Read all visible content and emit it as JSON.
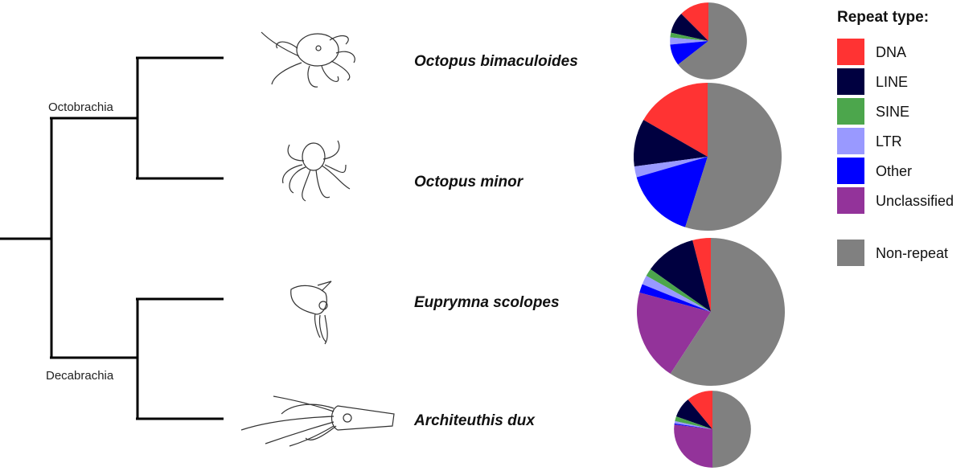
{
  "tree": {
    "clades": [
      "Octobrachia",
      "Decabrachia"
    ]
  },
  "legend": {
    "title": "Repeat type:",
    "items": [
      {
        "label": "DNA",
        "color": "#ff3333"
      },
      {
        "label": "LINE",
        "color": "#000040"
      },
      {
        "label": "SINE",
        "color": "#4ca64c"
      },
      {
        "label": "LTR",
        "color": "#9999ff"
      },
      {
        "label": "Other",
        "color": "#0000ff"
      },
      {
        "label": "Unclassified",
        "color": "#93339a"
      }
    ],
    "nonrepeat": {
      "label": "Non-repeat",
      "color": "#808080"
    }
  },
  "chart_data": {
    "type": "pie",
    "title": "Repeat type composition per genome (pie size reflects genome size)",
    "categories": [
      "DNA",
      "LINE",
      "SINE",
      "LTR",
      "Other",
      "Unclassified",
      "Non-repeat"
    ],
    "series": [
      {
        "name": "Octopus bimaculoides",
        "relative_size": 0.52,
        "values": [
          12.5,
          9,
          2,
          3,
          9,
          0,
          64.5
        ]
      },
      {
        "name": "Octopus minor",
        "relative_size": 1.0,
        "values": [
          16.7,
          10.4,
          0,
          2.4,
          15.6,
          0,
          54.9
        ]
      },
      {
        "name": "Euprymna scolopes",
        "relative_size": 1.0,
        "values": [
          4,
          11.2,
          1.7,
          2,
          1.9,
          20,
          59.2
        ]
      },
      {
        "name": "Architeuthis dux",
        "relative_size": 0.52,
        "values": [
          11,
          8.6,
          2,
          1,
          0.5,
          26.9,
          50
        ]
      }
    ]
  }
}
